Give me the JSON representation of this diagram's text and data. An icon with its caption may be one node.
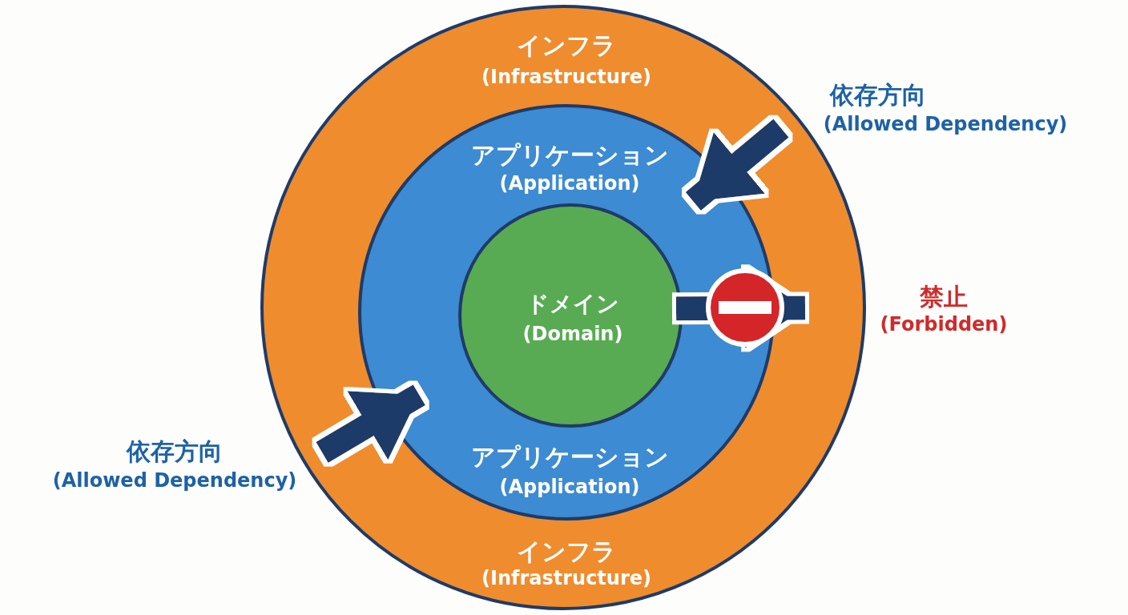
{
  "diagram": {
    "nodes": [
      {
        "text": [
          "インフラ",
          "(Infrastructure)",
          "インフラ",
          "(Infrastructure)"
        ]
      },
      {
        "text": [
          "アプリケーション",
          "(Application)",
          "アプリケーション",
          "(Application)"
        ],
        "in": 0
      },
      {
        "text": [
          "ドメイン",
          "(Domain)"
        ],
        "in": 1
      },
      {
        "text": [
          "依存方向",
          "(Allowed Dependency)"
        ]
      },
      {
        "text": [
          "依存方向",
          "(Allowed Dependency)"
        ]
      },
      {
        "text": [
          "禁止",
          "(Forbidden)"
        ]
      }
    ],
    "edges": [
      {
        "from": 3,
        "to": 2,
        "arrow": "to"
      },
      {
        "from": 4,
        "to": 2,
        "arrow": "to"
      },
      {
        "from": 2,
        "to": 5,
        "arrow": "to"
      }
    ]
  }
}
